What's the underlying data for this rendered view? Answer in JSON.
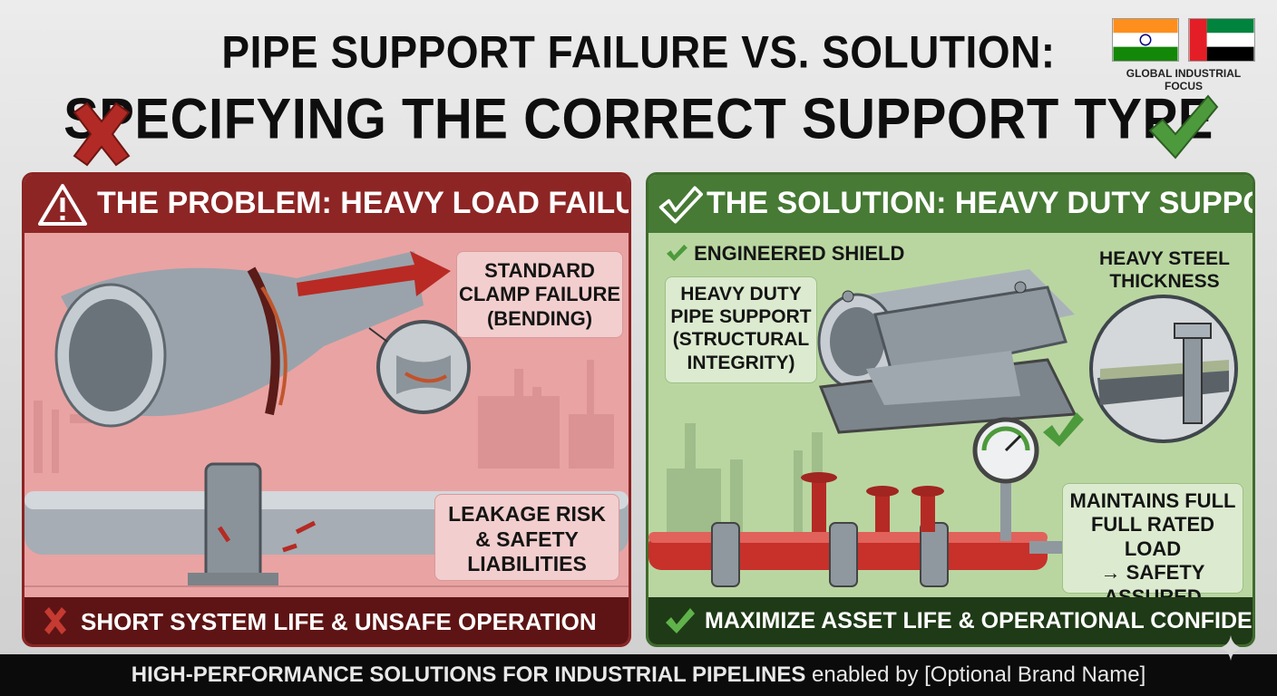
{
  "header": {
    "title_line1": "PIPE SUPPORT FAILURE VS. SOLUTION:",
    "title_line2": "SPECIFYING THE CORRECT SUPPORT TYPE",
    "badge_text": "GLOBAL INDUSTRIAL FOCUS"
  },
  "problem": {
    "heading": "THE PROBLEM: HEAVY LOAD FAILURE",
    "callout_clamp": [
      "STANDARD",
      "CLAMP FAILURE",
      "(BENDING)"
    ],
    "callout_leak": [
      "LEAKAGE RISK",
      "& SAFETY",
      "LIABILITIES"
    ],
    "footer": "SHORT SYSTEM LIFE & UNSAFE OPERATION"
  },
  "solution": {
    "heading": "THE SOLUTION: HEAVY DUTY SUPPORT",
    "tag_shield": "ENGINEERED SHIELD",
    "callout_support": [
      "HEAVY DUTY",
      "PIPE SUPPORT",
      "(STRUCTURAL",
      "INTEGRITY)"
    ],
    "callout_steel": [
      "HEAVY STEEL",
      "THICKNESS"
    ],
    "callout_load": [
      "MAINTAINS FULL",
      "FULL RATED LOAD",
      "→ SAFETY",
      "ASSURED"
    ],
    "footer": "MAXIMIZE ASSET LIFE & OPERATIONAL CONFIDENCE"
  },
  "bottom": {
    "strong": "HIGH-PERFORMANCE SOLUTIONS FOR INDUSTRIAL PIPELINES",
    "rest": " enabled by [Optional Brand Name]"
  },
  "colors": {
    "problem_header": "#8d2525",
    "problem_bg": "#e9a3a3",
    "solution_header": "#477a35",
    "solution_bg": "#b9d6a1",
    "pipe_red": "#c8302a",
    "check_green": "#4d9a3c",
    "x_red": "#b22a25"
  },
  "icons": [
    "warning-icon",
    "x-icon",
    "check-icon",
    "india-flag-icon",
    "uae-flag-icon",
    "sparkle-icon"
  ]
}
